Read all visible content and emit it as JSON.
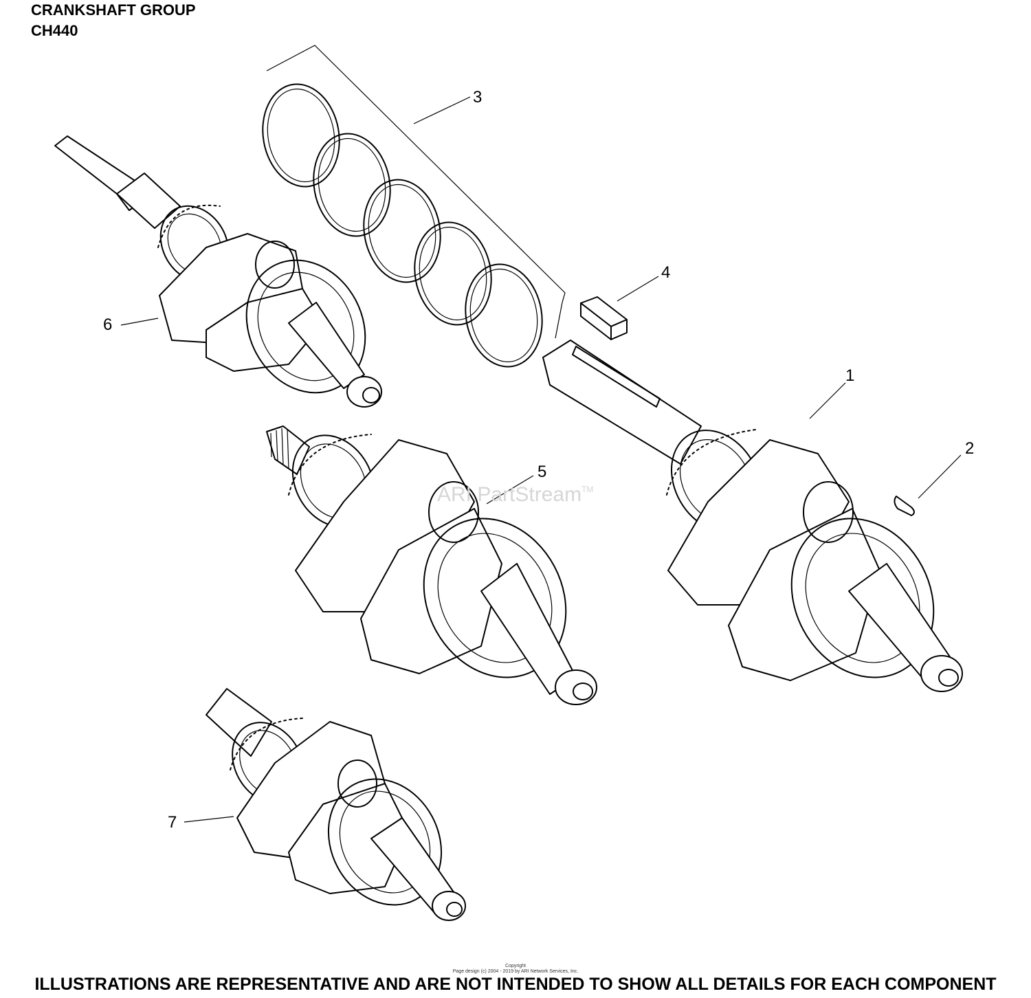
{
  "header": {
    "title": "CRANKSHAFT GROUP",
    "model": "CH440"
  },
  "callouts": [
    {
      "id": "1",
      "label": "1"
    },
    {
      "id": "2",
      "label": "2"
    },
    {
      "id": "3",
      "label": "3"
    },
    {
      "id": "4",
      "label": "4"
    },
    {
      "id": "5",
      "label": "5"
    },
    {
      "id": "6",
      "label": "6"
    },
    {
      "id": "7",
      "label": "7"
    }
  ],
  "watermark": {
    "text": "ARI PartStream",
    "trademark": "TM"
  },
  "copyright": {
    "line1": "Copyright",
    "line2": "Page design (c) 2004 - 2019 by ARI Network Services, Inc."
  },
  "footer": {
    "disclaimer": "ILLUSTRATIONS ARE REPRESENTATIVE AND ARE NOT INTENDED TO SHOW ALL DETAILS FOR EACH COMPONENT"
  }
}
